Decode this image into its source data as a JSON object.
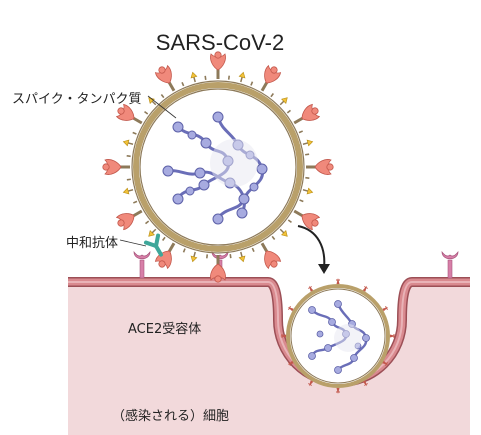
{
  "diagram": {
    "title": "SARS-CoV-2",
    "labels": {
      "spike": "スパイク・タンパク質",
      "antibody": "中和抗体",
      "receptor": "ACE2受容体",
      "cell": "（感染される）細胞"
    },
    "colors": {
      "cell_fill": "#f2d9db",
      "membrane": "#d98a8f",
      "membrane_edge": "#9c4f56",
      "envelope": "#b9a06a",
      "spike_head": "#f0897b",
      "spike_stem": "#8d7a5a",
      "small_protein": "#f2c23a",
      "rna": "#7b7fc4",
      "rna_light": "#a7abe0",
      "antibody": "#3ea79a",
      "receptor": "#d77fa8",
      "arrow": "#222222"
    },
    "icons": [
      "spike-protein-icon",
      "antibody-icon",
      "ace2-receptor-icon",
      "rna-icon",
      "curved-arrow-icon"
    ]
  }
}
